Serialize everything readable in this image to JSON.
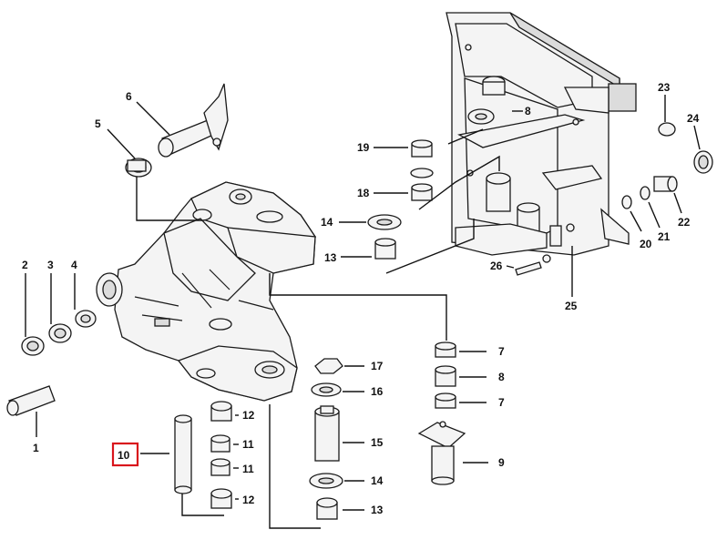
{
  "callouts": {
    "c1": "1",
    "c2": "2",
    "c3": "3",
    "c4": "4",
    "c5": "5",
    "c6": "6",
    "c7a": "7",
    "c7b": "7",
    "c8a": "8",
    "c8b": "8",
    "c9": "9",
    "c10": "10",
    "c11a": "11",
    "c11b": "11",
    "c12a": "12",
    "c12b": "12",
    "c13a": "13",
    "c13b": "13",
    "c14a": "14",
    "c14b": "14",
    "c15": "15",
    "c16": "16",
    "c17": "17",
    "c18": "18",
    "c19": "19",
    "c20": "20",
    "c21": "21",
    "c22": "22",
    "c23": "23",
    "c24": "24",
    "c25": "25",
    "c26": "26"
  },
  "highlight": {
    "part": "10",
    "color": "#d9141c"
  },
  "colors": {
    "ink": "#1a1a1a",
    "part_fill": "#f4f4f4",
    "shade": "#dcdcdc"
  }
}
